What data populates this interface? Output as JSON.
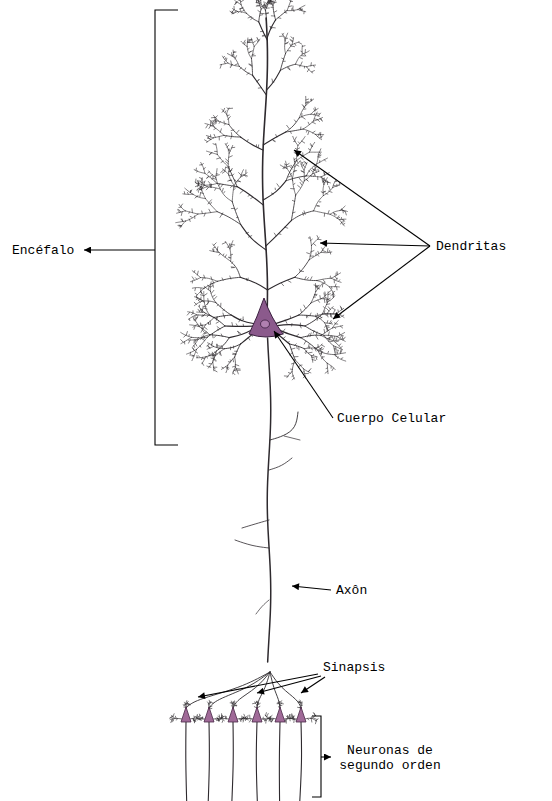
{
  "diagram": {
    "labels": [
      "Encéfalo",
      "Dendritas",
      "Cuerpo Celular",
      "Axôn",
      "Sinapsis",
      "Neuronas de segundo orden"
    ]
  }
}
